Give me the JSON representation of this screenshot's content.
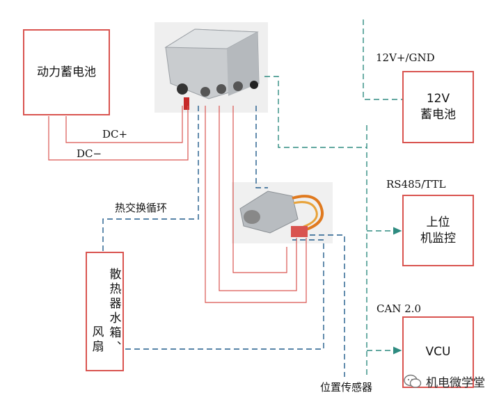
{
  "boxes": {
    "battery": "动力蓄电池",
    "aux_battery_line1": "12V",
    "aux_battery_line2": "蓄电池",
    "monitor_line1": "上位",
    "monitor_line2": "机监控",
    "vcu": "VCU",
    "radiator_line1": "散热器水箱、",
    "radiator_line2": "风扇"
  },
  "labels": {
    "dc_plus": "DC+",
    "dc_minus": "DC−",
    "heat_exchange": "热交换循环",
    "v12_gnd": "12V+/GND",
    "rs485": "RS485/TTL",
    "can": "CAN 2.0",
    "position_sensor": "位置传感器"
  },
  "watermark": {
    "text": "机电微学堂",
    "icon": "wechat-bubble-icon"
  },
  "colors": {
    "power_line": "#d9534f",
    "signal_line": "#1f5a8a",
    "can_line": "#2e8b80",
    "box_border": "#d9534f"
  }
}
